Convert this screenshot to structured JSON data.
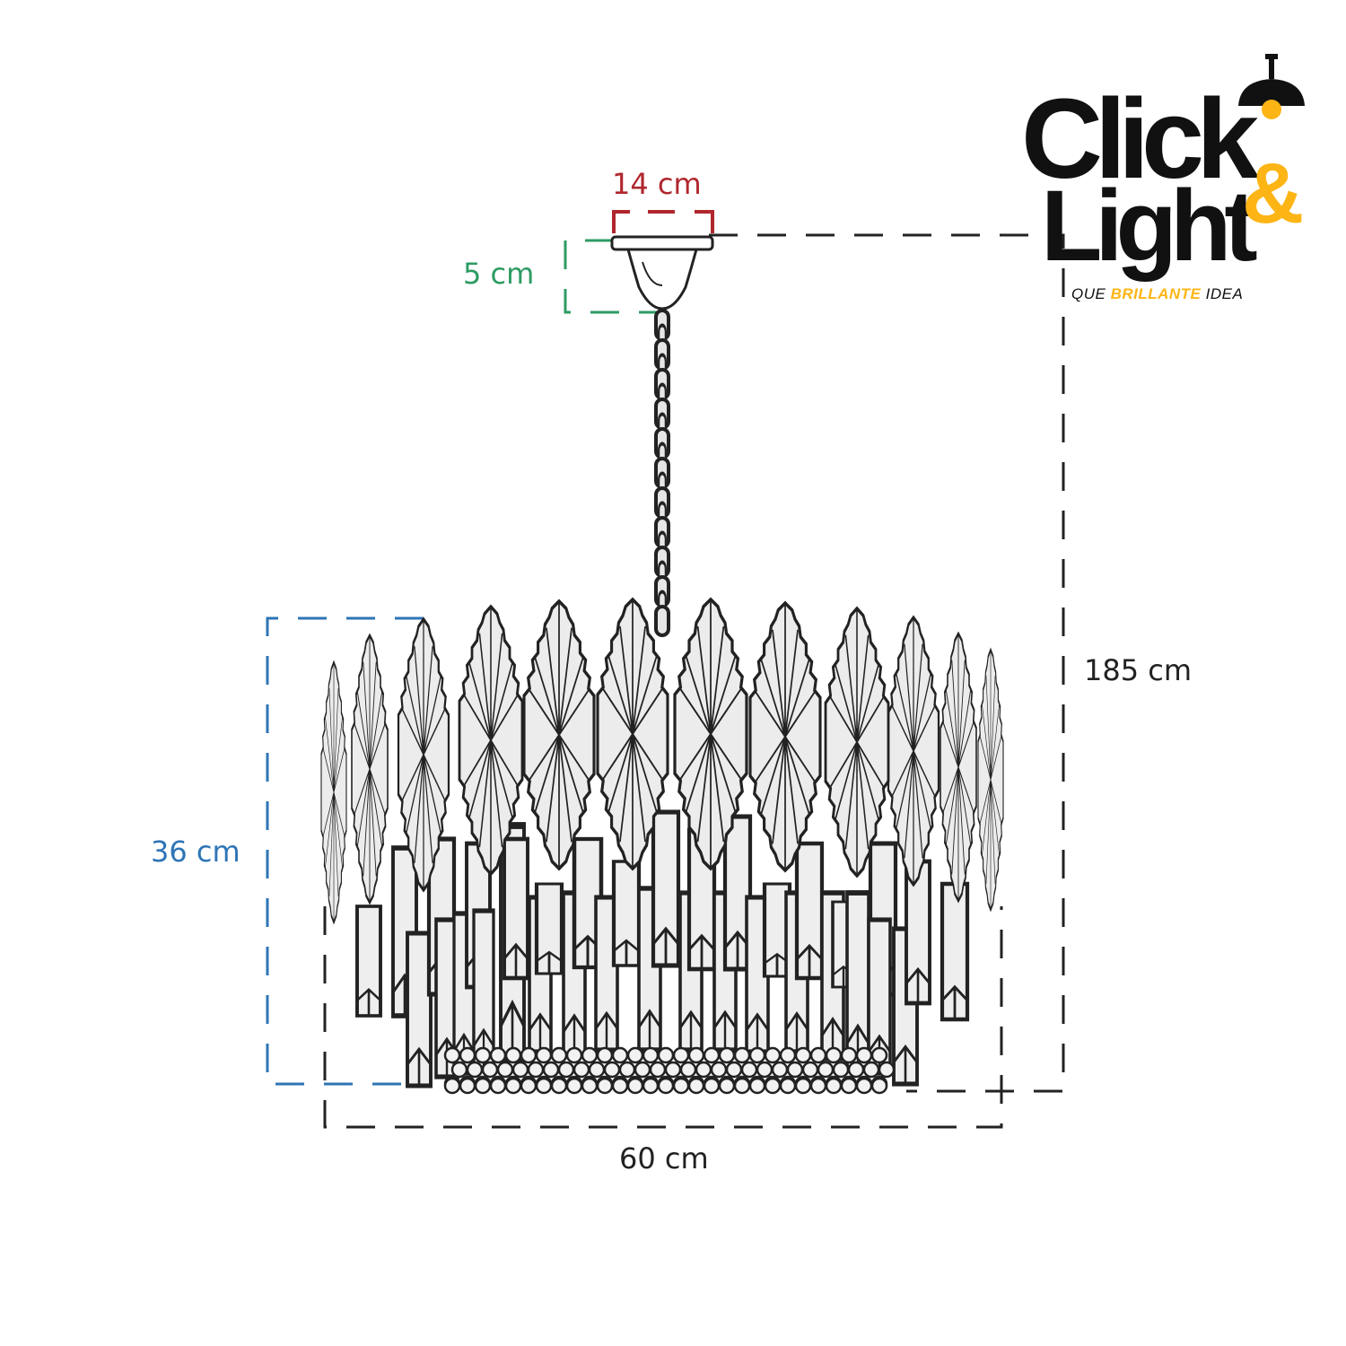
{
  "dimensions": {
    "canopy_width": "14 cm",
    "canopy_height": "5 cm",
    "body_height": "36 cm",
    "total_height": "185 cm",
    "width": "60 cm"
  },
  "brand": {
    "word1": "Click",
    "word2": "Light",
    "ampersand": "&",
    "tagline_pre": "QUE ",
    "tagline_highlight": "BRILLANTE",
    "tagline_post": " IDEA"
  },
  "colors": {
    "canopy_width": "#B0272E",
    "canopy_height": "#2E9B63",
    "body_height": "#2E75B6",
    "neutral": "#222222",
    "brand_yellow": "#FDB515"
  }
}
